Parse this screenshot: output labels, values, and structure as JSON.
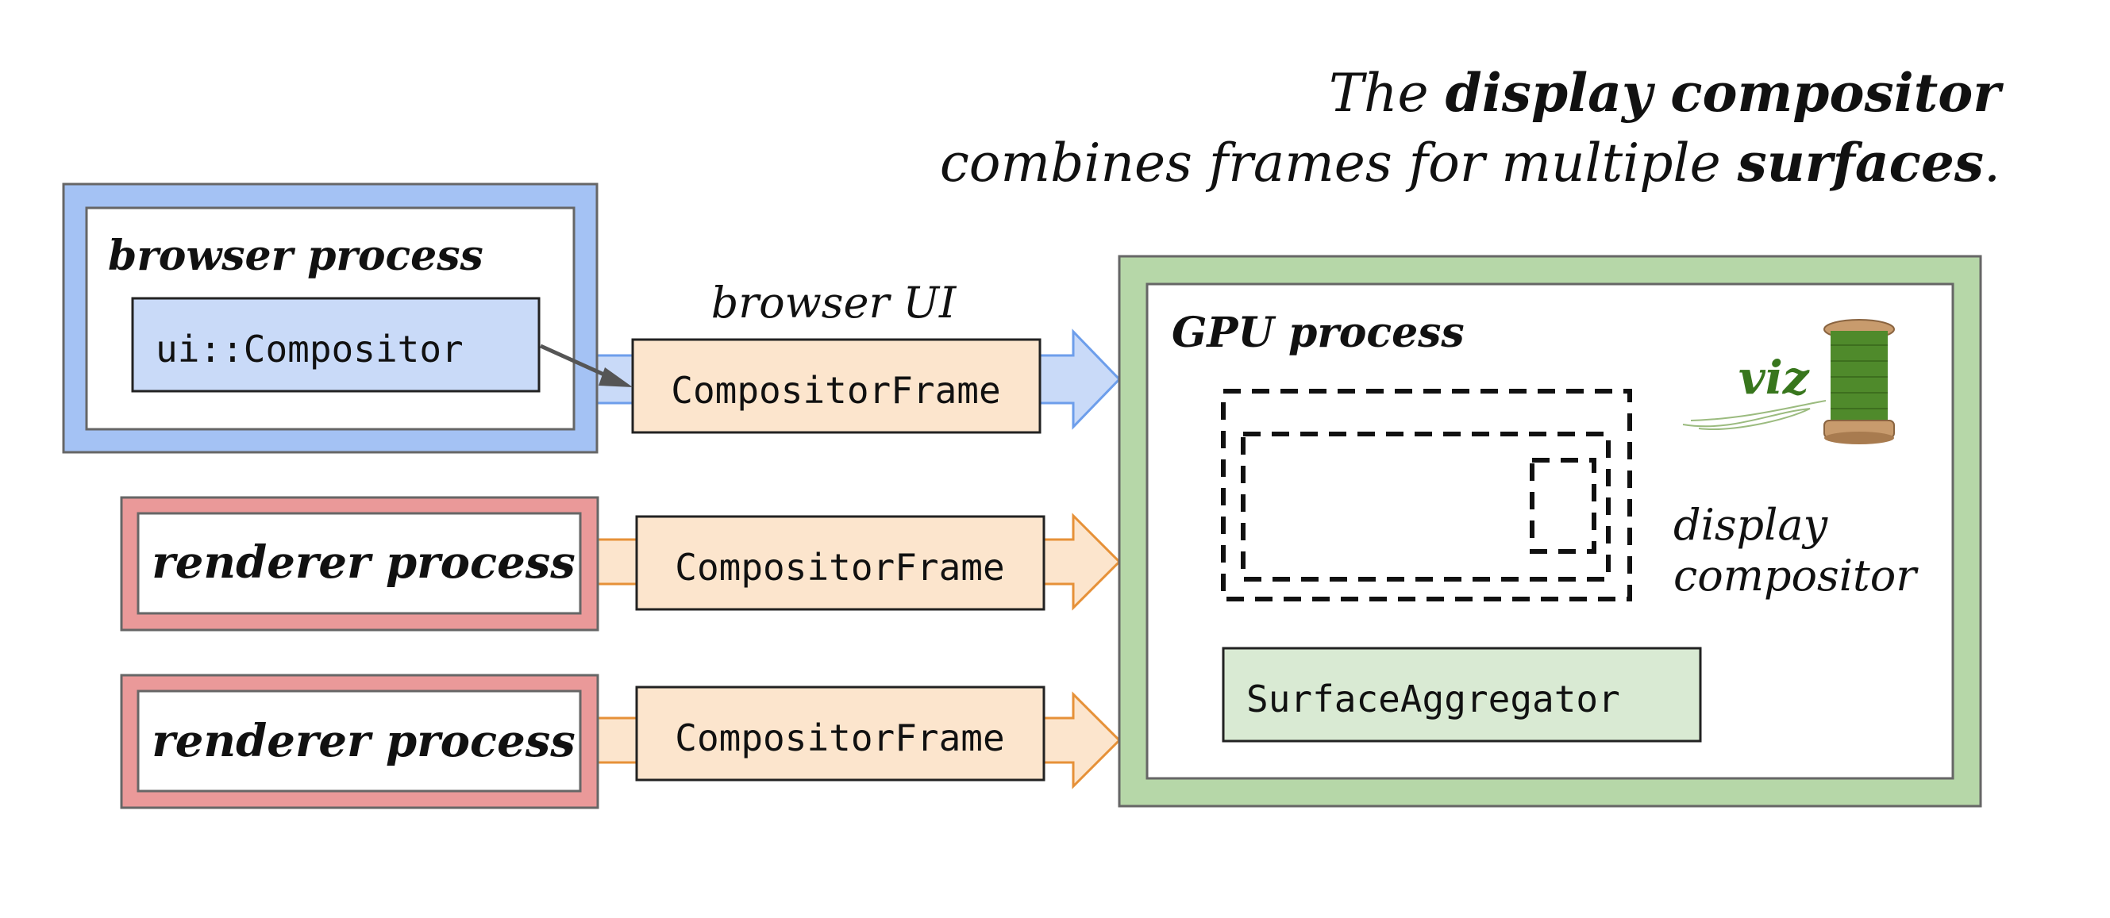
{
  "title": {
    "line1": {
      "pre": "The ",
      "bold": "display compositor",
      "post": ""
    },
    "line2": {
      "pre": "combines frames for multiple ",
      "bold": "surfaces",
      "post": "."
    }
  },
  "browser_process": {
    "label": "browser process",
    "compositor": "ui::Compositor",
    "frame_caption": "browser UI",
    "frame": "CompositorFrame"
  },
  "renderers": [
    {
      "label": "renderer process",
      "frame": "CompositorFrame"
    },
    {
      "label": "renderer process",
      "frame": "CompositorFrame"
    }
  ],
  "gpu_process": {
    "label": "GPU process",
    "logo_text": "viz",
    "display_compositor_line1": "display",
    "display_compositor_line2": "compositor",
    "aggregator": "SurfaceAggregator"
  },
  "colors": {
    "browser_border": "#a4c2f4",
    "browser_inner": "#c9daf8",
    "renderer_border": "#ea9999",
    "frame_fill": "#fce5cd",
    "browser_arrow": "#c9daf8",
    "browser_arrow_stroke": "#6d9eeb",
    "renderer_arrow": "#fce5cd",
    "renderer_arrow_stroke": "#e69138",
    "gpu_border": "#b6d7a8",
    "aggregator_fill": "#d9ead3",
    "viz_green": "#38761d"
  },
  "icons": [
    "thread-spool-icon"
  ]
}
